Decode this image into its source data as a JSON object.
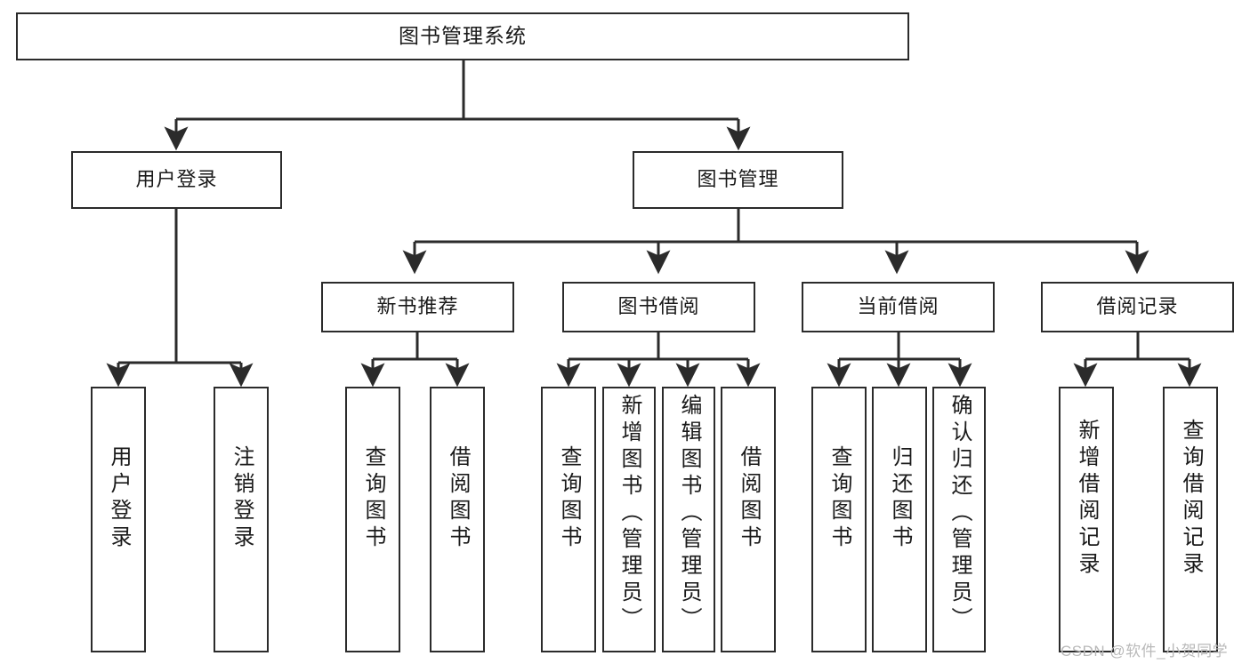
{
  "diagram": {
    "title": "图书管理系统",
    "type": "tree-hierarchy",
    "watermark": "CSDN @软件_小贺同学",
    "colors": {
      "stroke": "#2b2b2b",
      "fill": "#ffffff",
      "text": "#1a1a1a",
      "watermark": "#b9b9b9"
    },
    "nodes": {
      "root": {
        "label": "图书管理系统"
      },
      "level1": [
        {
          "id": "user-login",
          "label": "用户登录"
        },
        {
          "id": "book-manage",
          "label": "图书管理"
        }
      ],
      "level2": [
        {
          "id": "new-book-recommend",
          "label": "新书推荐"
        },
        {
          "id": "book-borrow",
          "label": "图书借阅"
        },
        {
          "id": "current-borrow",
          "label": "当前借阅"
        },
        {
          "id": "borrow-record",
          "label": "借阅记录"
        }
      ],
      "leaves": {
        "user-login": [
          {
            "id": "leaf-user-login",
            "label": "用户登录"
          },
          {
            "id": "leaf-user-logout",
            "label": "注销登录"
          }
        ],
        "new-book-recommend": [
          {
            "id": "leaf-query-book-1",
            "label": "查询图书"
          },
          {
            "id": "leaf-borrow-book-1",
            "label": "借阅图书"
          }
        ],
        "book-borrow": [
          {
            "id": "leaf-query-book-2",
            "label": "查询图书"
          },
          {
            "id": "leaf-add-book",
            "label": "新增图书（管理员）"
          },
          {
            "id": "leaf-edit-book",
            "label": "编辑图书（管理员）"
          },
          {
            "id": "leaf-borrow-book-2",
            "label": "借阅图书"
          }
        ],
        "current-borrow": [
          {
            "id": "leaf-query-book-3",
            "label": "查询图书"
          },
          {
            "id": "leaf-return-book",
            "label": "归还图书"
          },
          {
            "id": "leaf-confirm-return",
            "label": "确认归还（管理员）"
          }
        ],
        "borrow-record": [
          {
            "id": "leaf-add-record",
            "label": "新增借阅记录"
          },
          {
            "id": "leaf-query-record",
            "label": "查询借阅记录"
          }
        ]
      }
    }
  }
}
